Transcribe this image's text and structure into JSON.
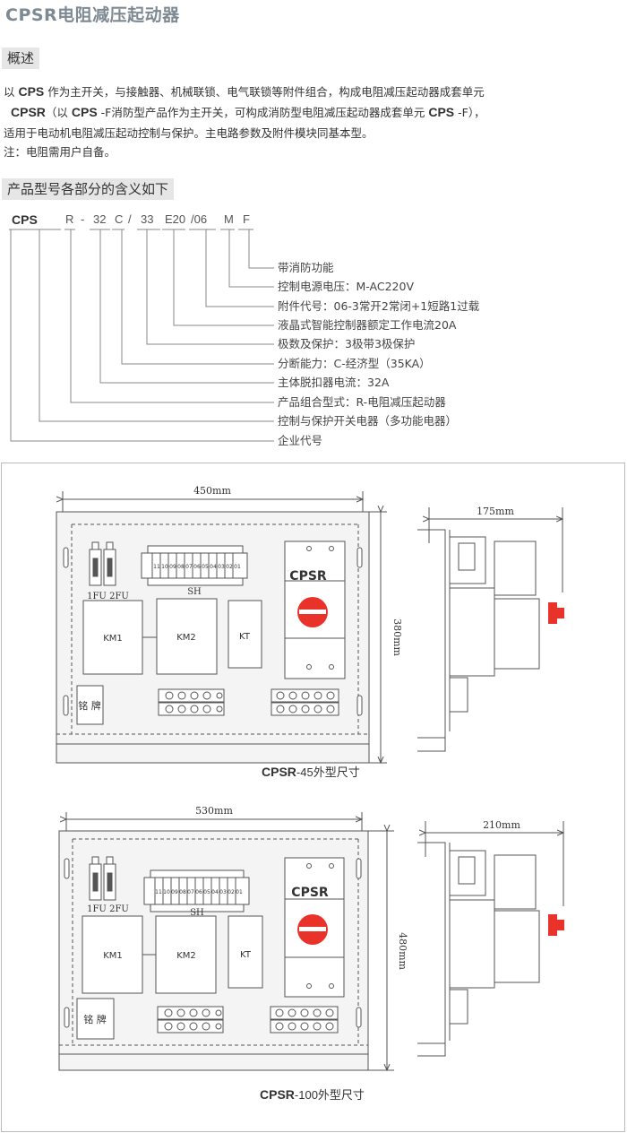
{
  "title": "CPSR电阻减压起动器",
  "overview": {
    "label": "概述",
    "line1": {
      "t1": "以 ",
      "b1": "CPS",
      "t2": " 作为主开关，与接触器、机械联锁、电气联锁等附件组合，构成电阻减压起动器成套单元"
    },
    "line2": {
      "b1": "CPSR",
      "t1": "（以 ",
      "b2": "CPS",
      "t2": " -F消防型产品作为主开关，可构成消防型电阻减压起动器成套单元 ",
      "b3": "CPS",
      "t3": " -F），"
    },
    "line3": "适用于电动机电阻减压起动控制与保护。主电路参数及附件模块同基本型。",
    "line4": "注：电阻需用户自备。"
  },
  "model_section": {
    "label": "产品型号各部分的含义如下",
    "code_parts": [
      "CPS",
      "R",
      "-",
      "32",
      "C",
      "/",
      "33",
      "E20",
      "/06",
      "M",
      "F"
    ],
    "explanations": [
      "带消防功能",
      "控制电源电压：M-AC220V",
      "附件代号：06-3常开2常闭+1短路1过载",
      "液晶式智能控制器额定工作电流20A",
      "极数及保护：3极带3极保护",
      "分断能力：C-经济型（35KA）",
      "主体脱扣器电流：32A",
      "产品组合型式：R-电阻减压起动器",
      "控制与保护开关电器（多功能电器）",
      "企业代号"
    ]
  },
  "diagram1": {
    "width_label": "450mm",
    "height_label": "380mm",
    "depth_label": "175mm",
    "caption_bold": "CPSR",
    "caption_rest": "-45外型尺寸"
  },
  "diagram2": {
    "width_label": "530mm",
    "height_label": "480mm",
    "depth_label": "210mm",
    "caption_bold": "CPSR",
    "caption_rest": "-100外型尺寸"
  },
  "panel_labels": {
    "fuse1": "1FU",
    "fuse2": "2FU",
    "terminal_block": "SH",
    "terminal_numbers": [
      "11",
      "10",
      "09",
      "08",
      "07",
      "06",
      "05",
      "04",
      "03",
      "02",
      "01"
    ],
    "km1": "KM1",
    "km2": "KM2",
    "kt": "KT",
    "brand": "CPSR",
    "nameplate": "铭 牌"
  },
  "colors": {
    "title": "#7e8a93",
    "knob_red": "#e8322a",
    "line": "#555555",
    "panel_fill": "#f4f4f4"
  }
}
